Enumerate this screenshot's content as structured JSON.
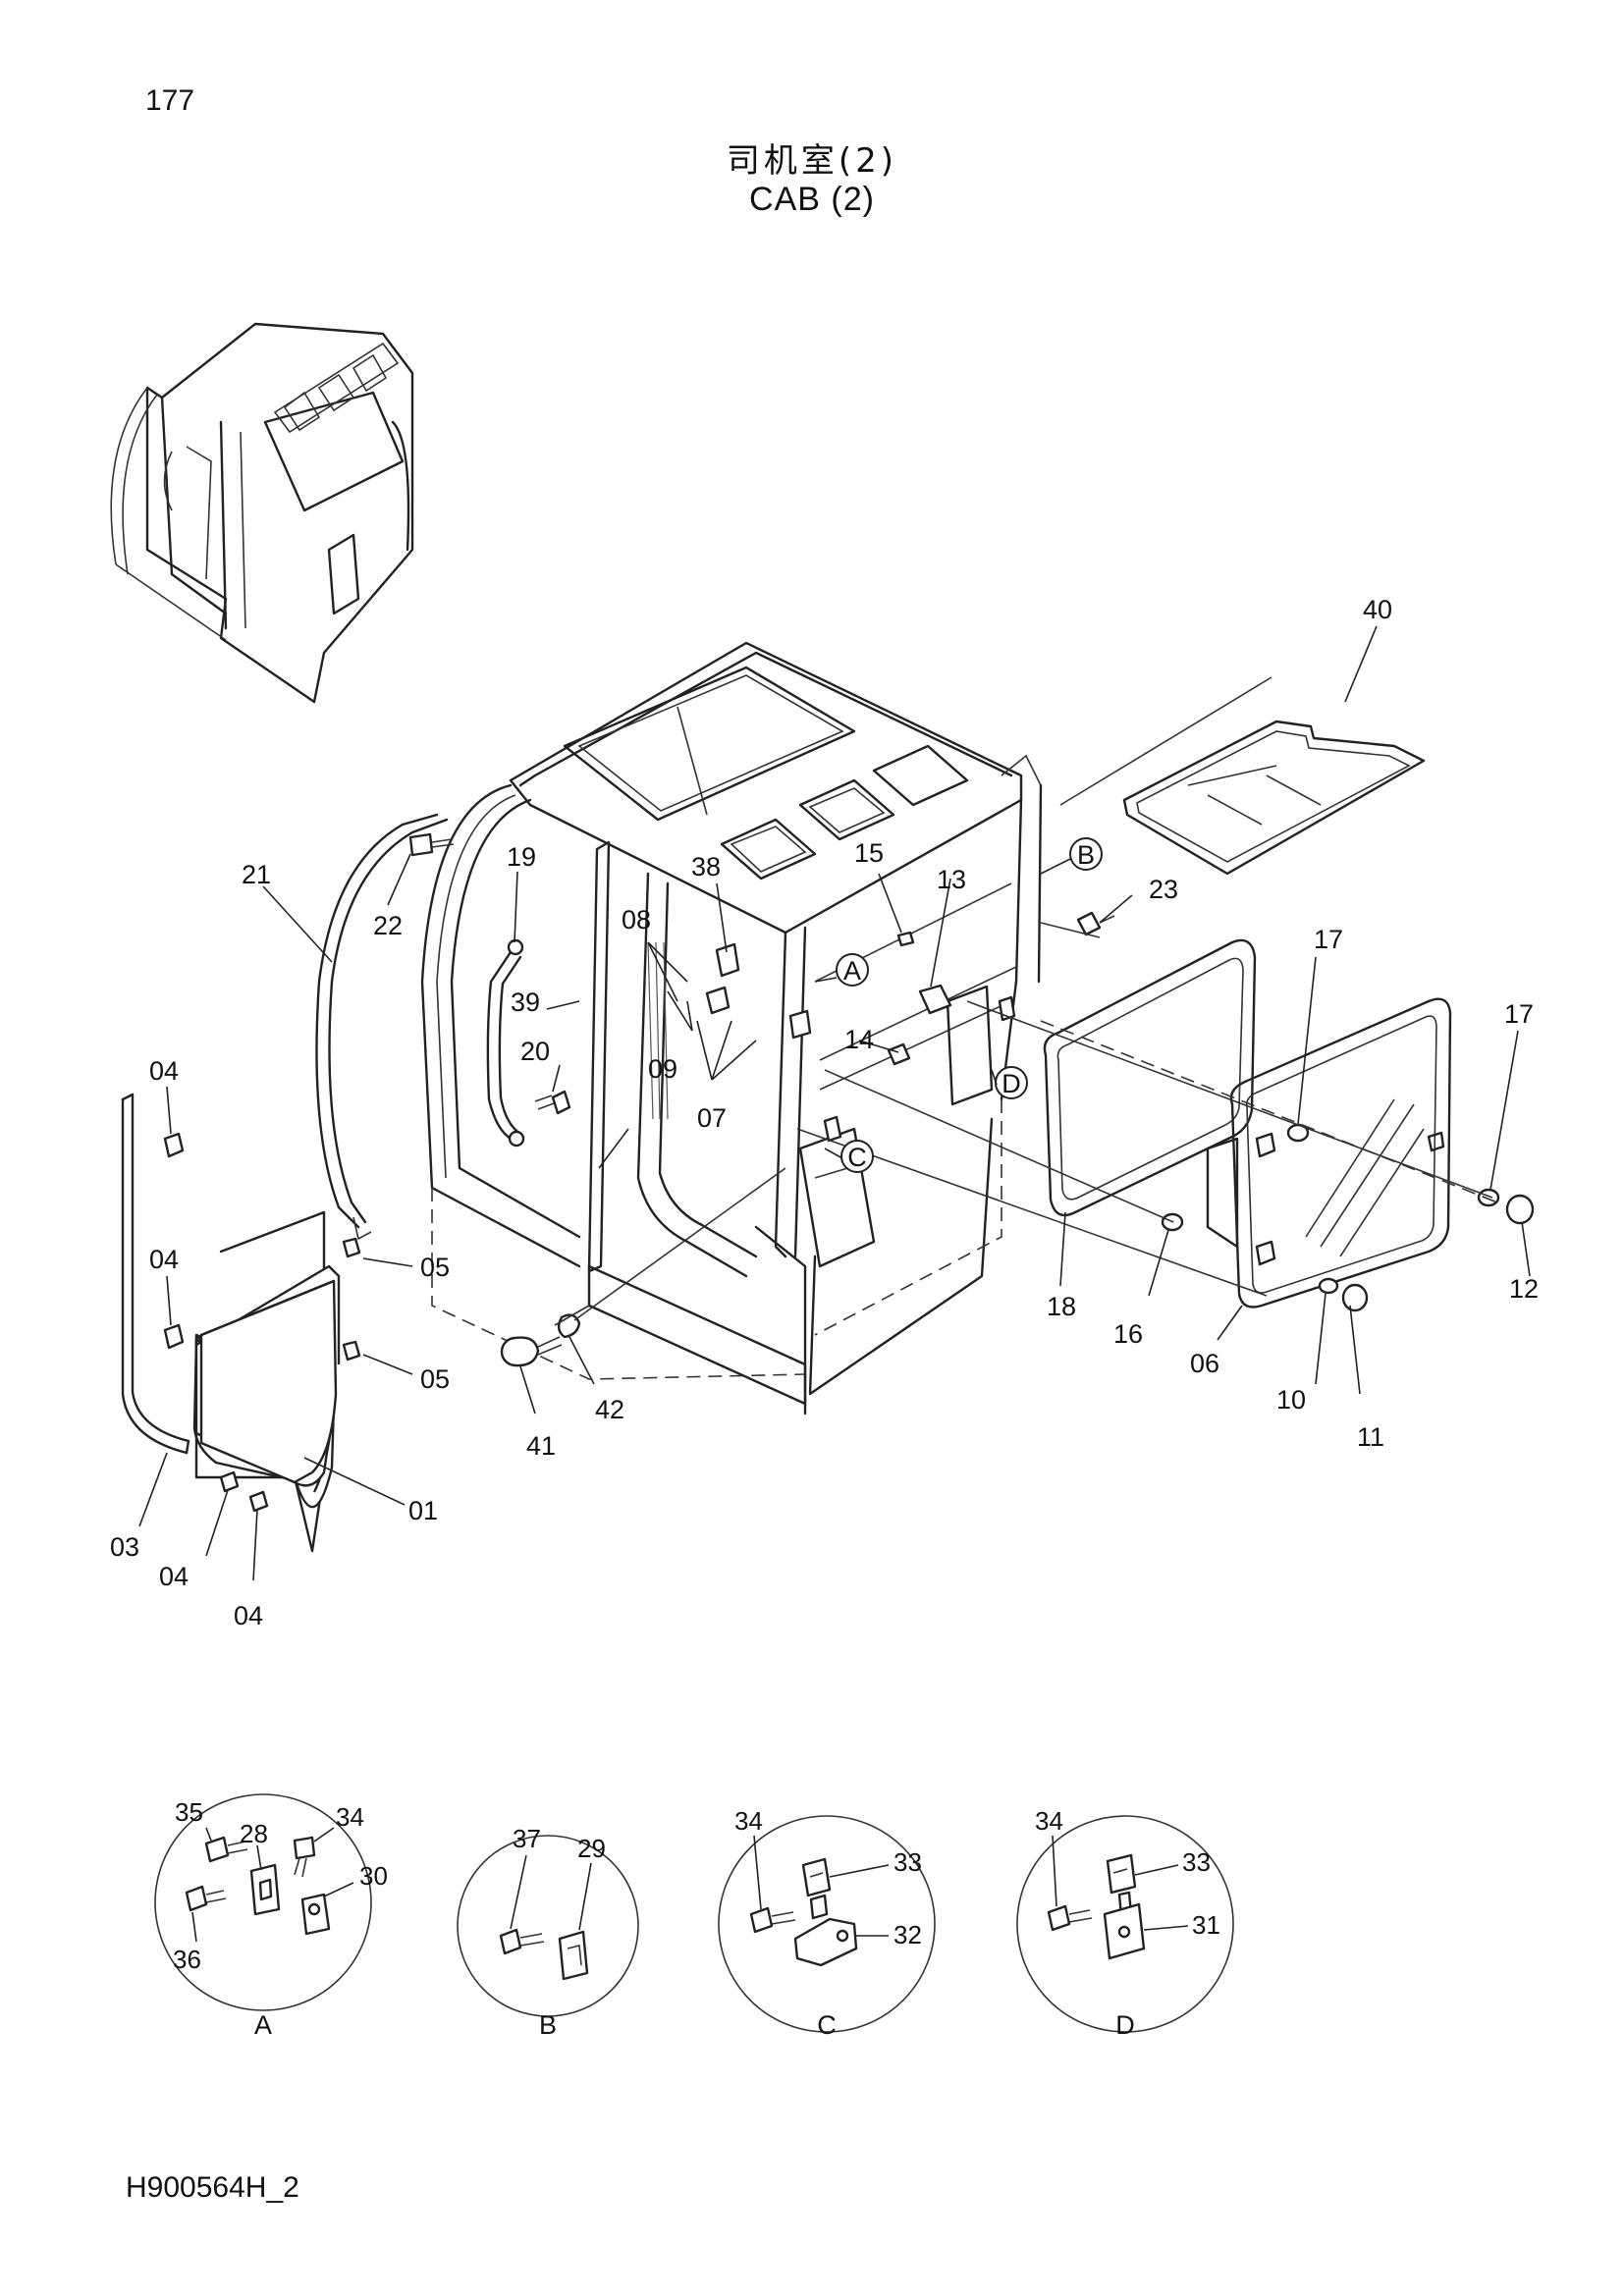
{
  "page": {
    "number": "177",
    "title_cn": "司机室(2)",
    "title_en": "CAB (2)",
    "drawing_code": "H900564H_2"
  },
  "callouts": {
    "c01": "01",
    "c03": "03",
    "c04a": "04",
    "c04b": "04",
    "c04c": "04",
    "c04d": "04",
    "c05a": "05",
    "c05b": "05",
    "c06": "06",
    "c07": "07",
    "c08": "08",
    "c09": "09",
    "c10": "10",
    "c11": "11",
    "c12": "12",
    "c13": "13",
    "c14": "14",
    "c15": "15",
    "c16": "16",
    "c17a": "17",
    "c17b": "17",
    "c18": "18",
    "c19": "19",
    "c20": "20",
    "c21": "21",
    "c22": "22",
    "c23": "23",
    "c38": "38",
    "c39": "39",
    "c40": "40",
    "c41": "41",
    "c42": "42",
    "refA": "A",
    "refB": "B",
    "refC": "C",
    "refD": "D"
  },
  "details": {
    "A": {
      "label": "A",
      "parts": {
        "p35": "35",
        "p28": "28",
        "p34": "34",
        "p30": "30",
        "p36": "36"
      }
    },
    "B": {
      "label": "B",
      "parts": {
        "p37": "37",
        "p29": "29"
      }
    },
    "C": {
      "label": "C",
      "parts": {
        "p34": "34",
        "p33": "33",
        "p32": "32"
      }
    },
    "D": {
      "label": "D",
      "parts": {
        "p34": "34",
        "p33": "33",
        "p31": "31"
      }
    }
  }
}
